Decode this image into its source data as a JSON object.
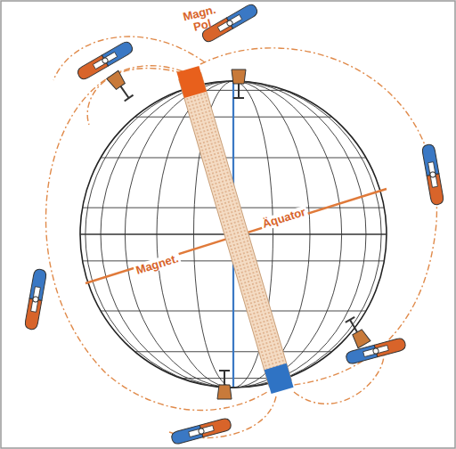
{
  "diagram": {
    "labels": [
      "Magn. Pol",
      "Magnet.",
      "Äquator"
    ]
  }
}
